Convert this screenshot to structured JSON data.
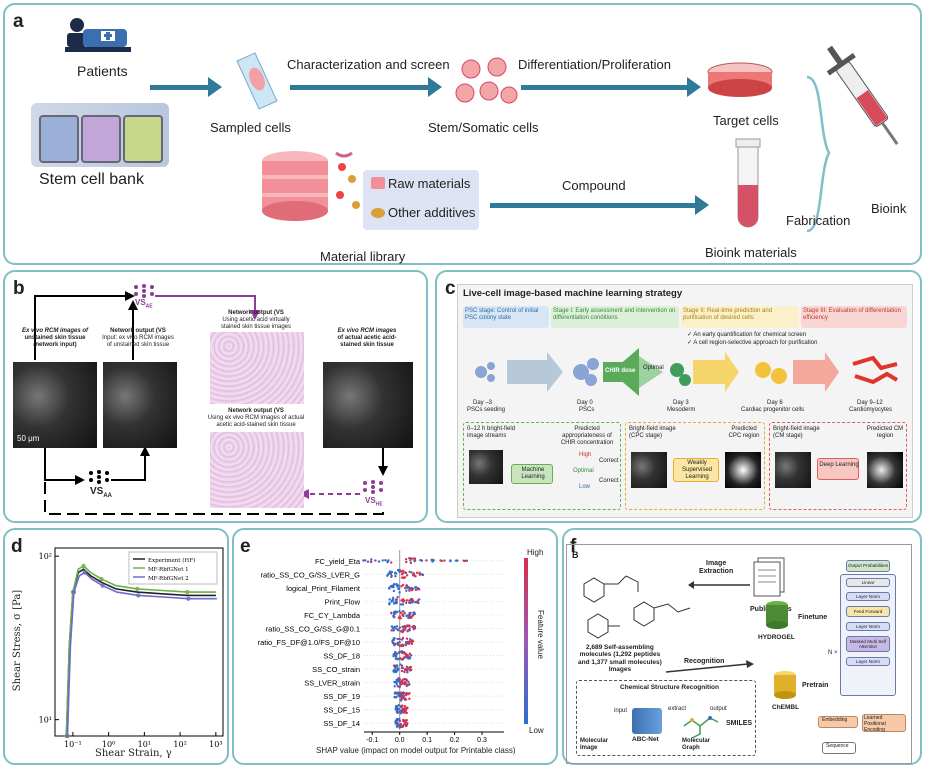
{
  "panel_a": {
    "label": "a",
    "patients": "Patients",
    "stem_cell_bank": "Stem cell bank",
    "sampled_cells": "Sampled cells",
    "char_screen": "Characterization and screen",
    "stem_somatic": "Stem/Somatic cells",
    "diff_prolif": "Differentiation/Proliferation",
    "target_cells": "Target cells",
    "raw_materials": "Raw materials",
    "other_additives": "Other additives",
    "material_library": "Material library",
    "compound": "Compound",
    "bioink_materials": "Bioink materials",
    "fabrication": "Fabrication",
    "bioink": "Bioink"
  },
  "panel_b": {
    "label": "b",
    "vs_ae_top": "VS",
    "vs_ae_sub": "AE",
    "vs_aa": "VS",
    "vs_aa_sub": "AA",
    "vs_he": "VS",
    "vs_he_sub": "HE",
    "exvivo_left_1": "Ex vivo RCM images of",
    "exvivo_left_2": "unstained skin tissue",
    "exvivo_left_3": "(network input)",
    "net_out_aa_1": "Network output (VS",
    "net_out_aa_2": "Input: ex vivo RCM images",
    "net_out_aa_3": "of unstained skin tissue",
    "net_out_he_top_1": "Network output (VS",
    "net_out_he_top_2": "Using acetic acid virtually",
    "net_out_he_top_3": "stained skin tissue images",
    "net_out_he_bot_1": "Network output (VS",
    "net_out_he_bot_2": "Using ex vivo RCM images of actual",
    "net_out_he_bot_3": "acetic acid-stained skin tissue",
    "exvivo_right_1": "Ex vivo RCM images",
    "exvivo_right_2": "of actual acetic acid-",
    "exvivo_right_3": "stained skin tissue",
    "scale": "50 μm"
  },
  "panel_c": {
    "label": "c",
    "title": "Live-cell image-based machine learning strategy",
    "stage_psc": "PSC stage: Control of initial PSC colony state",
    "stage_1": "Stage I: Early assessment and intervention on differentiation conditions",
    "stage_2": "Stage II: Real-time prediction and purification of desired cells",
    "stage_3": "Stage III: Evaluation of differentiation efficiency",
    "check_1": "An early quantification for chemical screen",
    "check_2": "A cell region-selective approach for purification",
    "days": [
      "Day –3",
      "Day 0",
      "Day 3",
      "Day 6",
      "Day 9–12"
    ],
    "day_desc": [
      "PSCs seeding",
      "PSCs",
      "Mesoderm",
      "Cardiac progenitor cells",
      "Cardiomyocytes"
    ],
    "chir": "CHIR dose",
    "optimal": "Optimal",
    "ml_box_1": "0–12 h bright-field image streams",
    "ml_box_2": "Machine Learning",
    "ml_box_3": "Predicted appropriateness of CHIR concentration",
    "high": "High",
    "opt": "Optimal",
    "low": "Low",
    "correct": "Correct",
    "wsl_1": "Bright-field image (CPC stage)",
    "wsl_2": "Weakly Supervised Learning",
    "wsl_3": "Predicted CPC region",
    "dl_1": "Bright-field image (CM stage)",
    "dl_2": "Deep Learning",
    "dl_3": "Predicted CM region"
  },
  "panel_d": {
    "label": "d",
    "ylabel": "Shear Stress, σ [Pa]",
    "xlabel": "Shear Strain, γ",
    "legend": [
      "Experiment (HF)",
      "MF-RbfGNet 1",
      "MF-RbfGNet 2"
    ],
    "yticks": [
      "10²",
      "10¹"
    ],
    "xticks": [
      "10⁻¹",
      "10⁰",
      "10¹",
      "10²",
      "10³"
    ]
  },
  "panel_e": {
    "label": "e",
    "features": [
      "FC_yield_Eta",
      "ratio_SS_CO_G/SS_LVER_G",
      "logical_Print_Filament",
      "Print_Flow",
      "FC_CY_Lambda",
      "ratio_SS_CO_G/SS_G@0.1",
      "ratio_FS_DF@1.0/FS_DF@10",
      "SS_DF_18",
      "SS_CO_strain",
      "SS_LVER_strain",
      "SS_DF_19",
      "SS_DF_15",
      "SS_DF_14"
    ],
    "xticks": [
      "-0.1",
      "0.0",
      "0.1",
      "0.2",
      "0.3"
    ],
    "xlabel": "SHAP value (impact on model output for Printable class)",
    "cbar_high": "High",
    "cbar_low": "Low",
    "cbar_label": "Feature value"
  },
  "panel_f": {
    "label": "f",
    "sub_b": "B",
    "image_extraction_1": "Image",
    "image_extraction_2": "Extraction",
    "publications": "Publications",
    "molecules_1": "2,689 Self-assembling",
    "molecules_2": "molecules (1,292 peptides",
    "molecules_3": "and 1,377 small molecules)",
    "molecules_4": "Images",
    "recognition": "Recognition",
    "hydrogel": "HYDROGEL",
    "finetune": "Finetune",
    "chembl": "ChEMBL",
    "pretrain": "Pretrain",
    "csr": "Chemical Structure Recognition",
    "input": "input",
    "abcnet": "ABC-Net",
    "extract": "extract",
    "output": "output",
    "smiles": "SMILES",
    "mol_image": "Molecular Image",
    "mol_graph": "Molecular Graph",
    "stack": [
      "Output Probabilities",
      "Linear",
      "Layer Norm",
      "Feed Forward",
      "Layer Norm",
      "Masked Multi Self Attention",
      "Layer Norm"
    ],
    "nx": "N ×",
    "embedding": "Embedding",
    "lpe": "Learned Positional Encoding",
    "sequence": "Sequence"
  }
}
